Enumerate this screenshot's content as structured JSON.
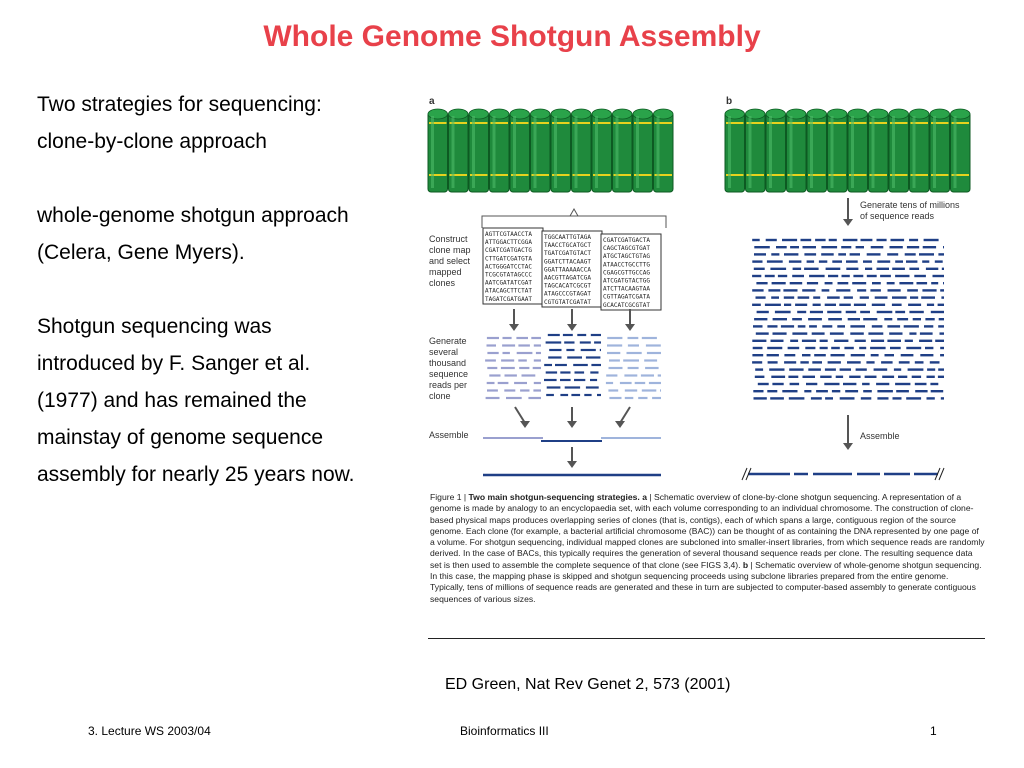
{
  "slide": {
    "title": "Whole Genome Shotgun Assembly",
    "body": {
      "line1": "Two strategies for sequencing:",
      "line2": "clone-by-clone approach",
      "line3": "whole-genome shotgun approach",
      "line4": "(Celera, Gene Myers).",
      "line5": "Shotgun sequencing was",
      "line6": "introduced by F. Sanger et al.",
      "line7": "(1977) and has remained the",
      "line8": "mainstay of genome sequence",
      "line9": "assembly for nearly 25 years now."
    },
    "citation": "ED Green, Nat Rev Genet 2, 573 (2001)",
    "footer": {
      "left": "3. Lecture WS 2003/04",
      "center": "Bioinformatics III",
      "page": "1"
    }
  },
  "figure": {
    "panel_a": "a",
    "panel_b": "b",
    "a_labels": {
      "construct": [
        "Construct",
        "clone map",
        "and select",
        "mapped",
        "clones"
      ],
      "generate": [
        "Generate",
        "several",
        "thousand",
        "sequence",
        "reads per",
        "clone"
      ],
      "assemble": "Assemble"
    },
    "b_labels": {
      "generate": [
        "Generate tens of millions",
        "of sequence reads"
      ],
      "assemble": "Assemble"
    },
    "clone_sequences": [
      [
        "AGTTCGTAACCTA",
        "ATTGGACTTCGGA",
        "CGATCGATGACTG",
        "CTTGATCGATGTA",
        "ACTGGGATCCTAC",
        "TCGCGTATAGCCC",
        "AATCGATATCGAT",
        "ATACAGCTTCTAT",
        "TAGATCGATGAAT"
      ],
      [
        "TGGCAATTGTAGA",
        "TAACCTGCATGCT",
        "TGATCGATGTACT",
        "GGATCTTACAAGT",
        "GGATTAAAAACCA",
        "AACGTTAGATCGA",
        "TAGCACATCGCGT",
        "ATAGCCCGTAGAT",
        "CGTGTATCGATAT"
      ],
      [
        "CGATCGATGACTA",
        "CAGCTAGCGTGAT",
        "ATGCTAGCTGTAG",
        "ATAACCTGCCTTG",
        "CGAGCGTTGCCAG",
        "ATCGATGTACTGG",
        "ATCTTACAAGTAA",
        "CGTTAGATCGATA",
        "GCACATCGCGTAT"
      ]
    ],
    "caption": {
      "figure_label": "Figure 1 |",
      "bold_title": "Two main shotgun-sequencing strategies.",
      "bold_a": "a",
      "text_a": "| Schematic overview of clone-by-clone shotgun sequencing. A representation of a genome is made by analogy to an encyclopaedia set, with each volume corresponding to an individual chromosome. The construction of clone-based physical maps produces overlapping series of clones (that is, contigs), each of which spans a large, contiguous region of the source genome. Each clone (for example, a bacterial artificial chromosome (BAC)) can be thought of as containing the DNA represented by one page of a volume. For shotgun sequencing, individual mapped clones are subcloned into smaller-insert libraries, from which sequence reads are randomly derived. In the case of BACs, this typically requires the generation of several thousand sequence reads per clone. The resulting sequence data set is then used to assemble the complete sequence of that clone (see FIGS 3,4).",
      "bold_b": "b",
      "text_b": "| Schematic overview of whole-genome shotgun sequencing. In this case, the mapping phase is skipped and shotgun sequencing proceeds using subclone libraries prepared from the entire genome. Typically, tens of millions of sequence reads are generated and these in turn are subjected to computer-based assembly to generate contiguous sequences of various sizes."
    },
    "colors": {
      "title": "#e8414a",
      "book_green": "#1f8a3c",
      "book_dark": "#0d5a22",
      "book_stripe": "#e6d21e",
      "read_navy": "#1f3f86",
      "read_mid": "#3f67b0",
      "read_light": "#9fb4dc",
      "read_lavender": "#9aa0cf",
      "arrow_gray": "#555555"
    }
  }
}
